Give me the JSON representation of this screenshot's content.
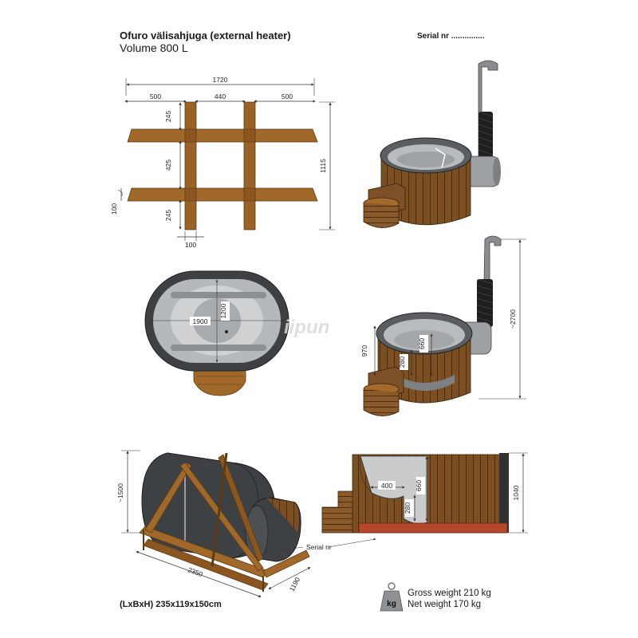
{
  "header": {
    "title": "Ofuro välisahjuga (external heater)",
    "volume": "Volume 800 L",
    "serial": "Serial nr ..............."
  },
  "frame_dims": {
    "total_width": "1720",
    "left": "500",
    "middle": "440",
    "right": "500",
    "v_top": "245",
    "v_mid": "425",
    "v_bot": "245",
    "height": "1115",
    "beam_thick": "100",
    "post_width": "100"
  },
  "top_view": {
    "length": "1900",
    "width": "1200",
    "watermark": "iipun"
  },
  "side_view": {
    "total_height": "~2700",
    "tub_height": "970",
    "inner_depth": "660",
    "bench_height": "280"
  },
  "package": {
    "height": "~1500",
    "length": "2350",
    "width": "1190",
    "serial_label": "Serial nr",
    "dimensions_text": "(LxBxH) 235x119x150cm"
  },
  "section_view": {
    "bench_width": "400",
    "inner_depth": "660",
    "bench_height": "280",
    "outer_height": "1040"
  },
  "weights": {
    "icon_label": "kg",
    "gross": "Gross weight 210 kg",
    "net": "Net weight 170 kg"
  },
  "colors": {
    "wood": "#9a6a2f",
    "wood_dark": "#5e3a16",
    "tub_gray": "#6f7275",
    "tub_dark": "#3e4144",
    "line": "#333333"
  }
}
